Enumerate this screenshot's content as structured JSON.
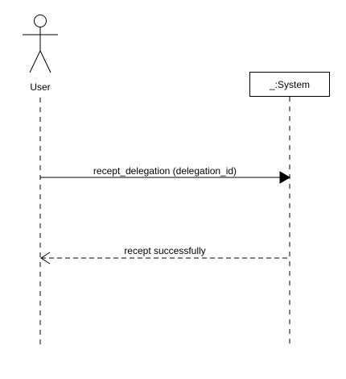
{
  "diagram": {
    "type": "sequence",
    "participants": [
      {
        "id": "user",
        "label": "User",
        "kind": "actor"
      },
      {
        "id": "system",
        "label": "_:System",
        "kind": "object"
      }
    ],
    "messages": [
      {
        "from": "user",
        "to": "system",
        "label": "recept_delegation (delegation_id)",
        "style": "synchronous"
      },
      {
        "from": "system",
        "to": "user",
        "label": "recept successfully",
        "style": "return"
      }
    ]
  }
}
